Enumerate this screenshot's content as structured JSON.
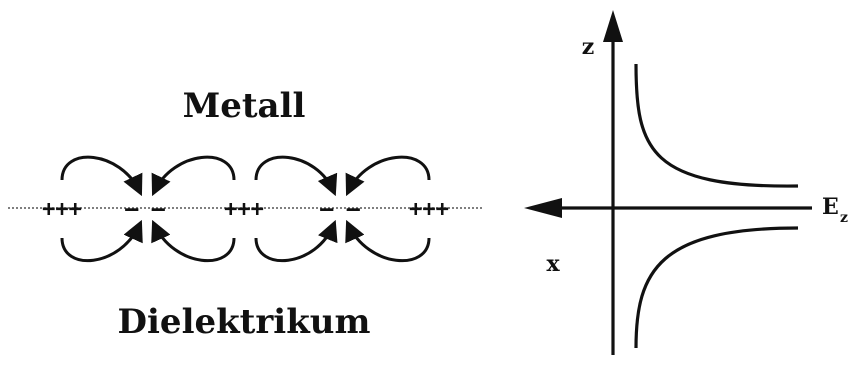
{
  "left_panel": {
    "top_medium_label": "Metall",
    "bottom_medium_label": "Dielektrikum",
    "positive_charges": "+++",
    "negative_charges": "— —"
  },
  "right_panel": {
    "z_axis_label": "z",
    "x_axis_label": "x",
    "e_axis_label": "E",
    "e_axis_subscript": "z"
  },
  "colors": {
    "ink": "#111111",
    "background": "#ffffff",
    "interface_line": "#555555"
  }
}
